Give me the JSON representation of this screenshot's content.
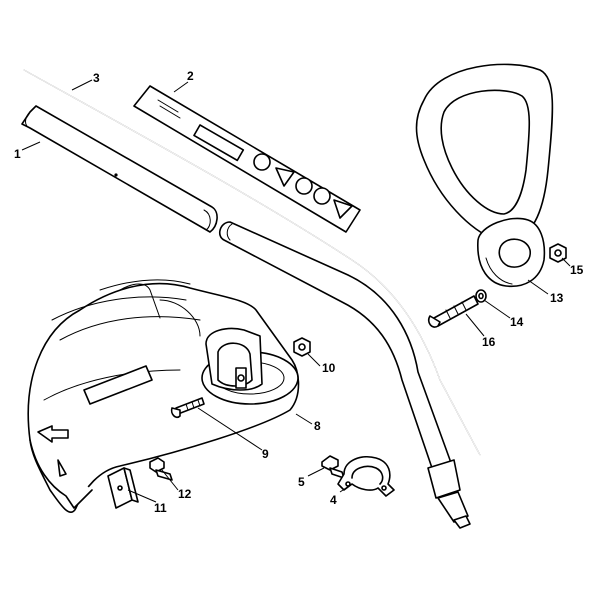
{
  "callouts": [
    {
      "id": "1",
      "part": "drive-tube"
    },
    {
      "id": "2",
      "part": "decal-label"
    },
    {
      "id": "3",
      "part": "flex-shaft"
    },
    {
      "id": "4",
      "part": "clamp"
    },
    {
      "id": "5",
      "part": "clamp-screw"
    },
    {
      "id": "8",
      "part": "deflector-guard"
    },
    {
      "id": "9",
      "part": "guard-bolt"
    },
    {
      "id": "10",
      "part": "guard-nut"
    },
    {
      "id": "11",
      "part": "blade-plate"
    },
    {
      "id": "12",
      "part": "blade-screw"
    },
    {
      "id": "13",
      "part": "loop-handle"
    },
    {
      "id": "14",
      "part": "handle-washer"
    },
    {
      "id": "15",
      "part": "handle-nut"
    },
    {
      "id": "16",
      "part": "handle-bolt"
    }
  ]
}
